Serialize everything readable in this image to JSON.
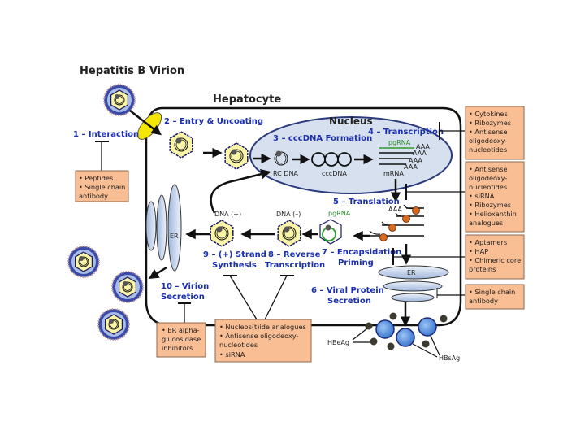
{
  "titles": {
    "virion": "Hepatitis B Virion",
    "hepatocyte": "Hepatocyte",
    "nucleus": "Nucleus"
  },
  "steps": {
    "s1": "1 – Interaction",
    "s2": "2 – Entry & Uncoating",
    "s3": "3 – cccDNA Formation",
    "s4": "4 – Transcription",
    "s5": "5 – Translation",
    "s6a": "6 – Viral Protein",
    "s6b": "Secretion",
    "s7a": "7 – Encapsidation",
    "s7b": "Priming",
    "s8a": "8 – Reverse",
    "s8b": "Transcription",
    "s9a": "9 – (+) Strand",
    "s9b": "Synthesis",
    "s10a": "10 – Virion",
    "s10b": "Secretion"
  },
  "labels": {
    "rcdna": "RC DNA",
    "cccdna": "cccDNA",
    "mrna": "mRNA",
    "pgrna": "pgRNA",
    "pgrna2": "pgRNA",
    "aaa": "AAA",
    "dna_plus": "DNA (+)",
    "dna_minus": "DNA (–)",
    "er1": "ER",
    "er2": "ER",
    "hbeag": "HBeAg",
    "hbsag": "HBsAg"
  },
  "boxes": {
    "interaction": [
      "• Peptides",
      "• Single chain",
      "antibody"
    ],
    "transcription": [
      "• Cytokines",
      "• Ribozymes",
      "• Antisense",
      "oligodeoxy-",
      "nucleotides"
    ],
    "translation": [
      "• Antisense",
      "oligodeoxy-",
      "nucleotides",
      "• siRNA",
      "• Ribozymes",
      "• Helioxanthin",
      "  analogues"
    ],
    "encapsidation": [
      "• Aptamers",
      "• HAP",
      "• Chimeric core",
      "proteins"
    ],
    "protein_secretion": [
      "• Single chain",
      "antibody"
    ],
    "virion_secretion": [
      "• ER alpha-",
      "glucosidase",
      "inhibitors"
    ],
    "replication": [
      "• Nucleos(t)ide analogues",
      "• Antisense oligodeoxy-",
      "nucleotides",
      "• siRNA"
    ]
  },
  "colors": {
    "step_text": "#1a2fb0",
    "box_fill": "#f9be94",
    "box_stroke": "#8a6a50",
    "nucleus_fill": "#d6e0ee",
    "capsid_fill": "#fbf5a8",
    "envelope": "#2a3a9a",
    "ribosome": "#d86a20",
    "pgrna": "#2a9a2a"
  }
}
